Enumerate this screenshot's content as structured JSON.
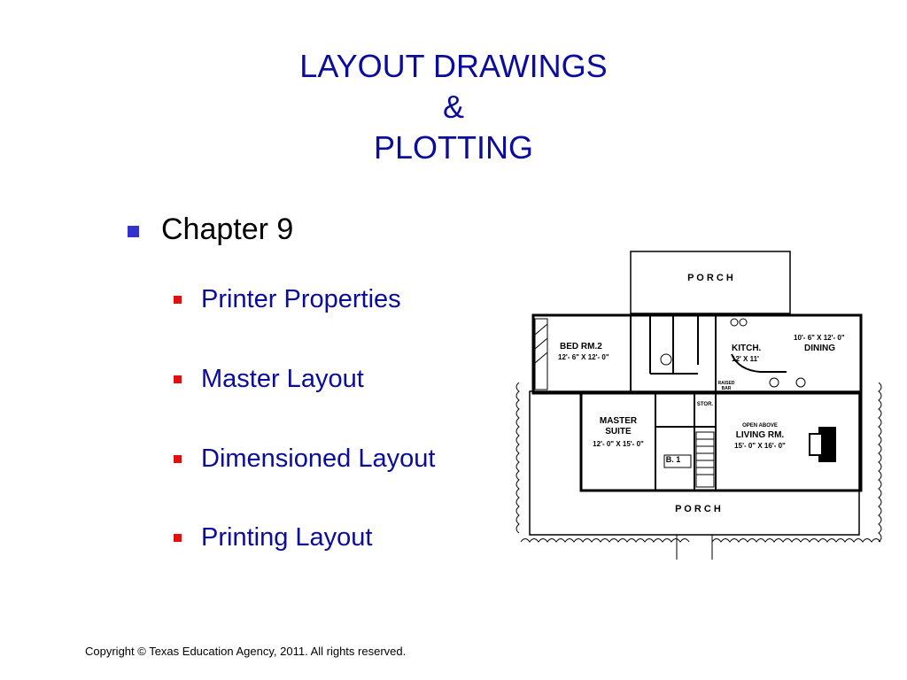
{
  "slide": {
    "title_lines": [
      "LAYOUT DRAWINGS",
      "&",
      "PLOTTING"
    ],
    "main_bullet": "Chapter 9",
    "sub_bullets": [
      "Printer Properties",
      "Master Layout",
      "Dimensioned Layout",
      "Printing Layout"
    ],
    "copyright": "Copyright © Texas Education Agency, 2011. All rights reserved."
  },
  "colors": {
    "title": "#0b0b9c",
    "main_bullet_marker": "#3333cc",
    "sub_bullet_marker": "#e01010",
    "sub_text": "#0b0b9c"
  },
  "floor_plan": {
    "porch_top": "P O R C H",
    "porch_bottom": "P O R C H",
    "bed_rm_2": {
      "name": "BED RM.2",
      "size": "12'- 6\" X 12'- 0\""
    },
    "kitchen": {
      "name": "KITCH.",
      "size": "12' X 11'"
    },
    "dining": {
      "size": "10'- 6\" X 12'- 0\"",
      "name": "DINING"
    },
    "master_suite": {
      "name_1": "MASTER",
      "name_2": "SUITE",
      "size": "12'- 0\" X 15'- 0\""
    },
    "living": {
      "note": "OPEN ABOVE",
      "name": "LIVING RM.",
      "size": "15'- 0\" X 16'- 0\""
    },
    "bath": "B. 1",
    "stor": "STOR.",
    "raised_bar_1": "RAISED",
    "raised_bar_2": "BAR"
  }
}
